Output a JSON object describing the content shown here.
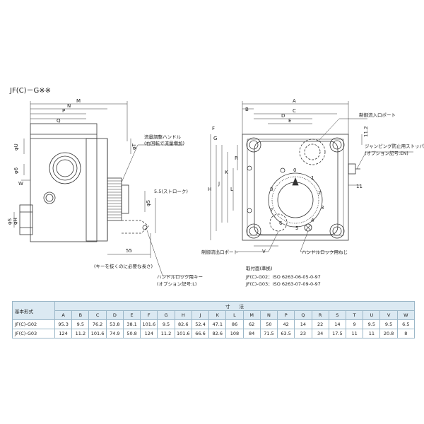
{
  "title": "JF(C)－G※※",
  "left_view": {
    "dims": {
      "M": "M",
      "N": "N",
      "P": "P",
      "Q": "Q",
      "U": "φU",
      "T": "φT",
      "five": "φ5",
      "six": "φ6",
      "S": "φS",
      "H": "φH",
      "W": "W",
      "val55": "55"
    },
    "label_flow_handle_1": "流量調整ハンドル",
    "label_flow_handle_2": "(右回転で流量増加)",
    "label_stroke": "5.5(ストローク)",
    "label_key_length": "(キーを抜くのに必要な長さ)",
    "label_lock_key_1": "ハンドルロック用キー",
    "label_lock_key_2": "(オプション記号:L)"
  },
  "right_view": {
    "dims": {
      "A": "A",
      "B": "B",
      "C": "C",
      "D": "D",
      "E": "E",
      "F": "F",
      "G": "G",
      "H": "H",
      "J": "J",
      "K": "K",
      "L": "L",
      "R": "R",
      "V": "V",
      "n112": "11.2",
      "n11": "11"
    },
    "label_inlet": "制御流入口ポート",
    "label_stopper_1": "ジャンピング防止用ストッパー",
    "label_stopper_2": "(オプション記号:EN)",
    "label_outlet": "制御流出口ポート",
    "label_lock_screw": "ハンドルロック用ねじ",
    "mount_title": "取付面(準拠)",
    "mount_g02": "JF(C)-G02：ISO 6263-06-05-0-97",
    "mount_g03": "JF(C)-G03：ISO 6263-07-09-0-97",
    "dial_numbers": [
      "0",
      "1",
      "2",
      "3",
      "4",
      "5",
      "6",
      "7",
      "8"
    ]
  },
  "table": {
    "model_header": "基本形式",
    "dims_header": "寸　　法",
    "columns": [
      "A",
      "B",
      "C",
      "D",
      "E",
      "F",
      "G",
      "H",
      "J",
      "K",
      "L",
      "M",
      "N",
      "P",
      "Q",
      "R",
      "S",
      "T",
      "U",
      "V",
      "W"
    ],
    "rows": [
      {
        "model": "JF(C)-G02",
        "values": [
          "95.3",
          "9.5",
          "76.2",
          "53.8",
          "38.1",
          "101.6",
          "9.5",
          "82.6",
          "52.4",
          "47.1",
          "86",
          "62",
          "50",
          "42",
          "14",
          "22",
          "14",
          "9",
          "9.5",
          "9.5",
          "6.5"
        ]
      },
      {
        "model": "JF(C)-G03",
        "values": [
          "124",
          "11.2",
          "101.6",
          "74.9",
          "50.8",
          "124",
          "11.2",
          "101.6",
          "66.6",
          "82.6",
          "108",
          "84",
          "71.5",
          "63.5",
          "23",
          "34",
          "17.5",
          "11",
          "11",
          "20.8",
          "8"
        ]
      }
    ]
  },
  "colors": {
    "line": "#333333",
    "table_border": "#9bb7c8",
    "table_header": "#dbe9f2"
  }
}
